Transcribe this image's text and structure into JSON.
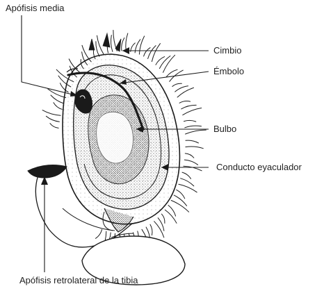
{
  "diagram": {
    "colors": {
      "ink": "#1a1a1a",
      "stipple": "#555555",
      "background": "#ffffff"
    },
    "labels": {
      "apofisis_media": "Apófisis media",
      "cimbio": "Cimbio",
      "embolo": "Émbolo",
      "bulbo": "Bulbo",
      "conducto": "Conducto eyaculador",
      "apofisis_retrolateral": "Apófisis retrolateral de la tibia"
    }
  }
}
